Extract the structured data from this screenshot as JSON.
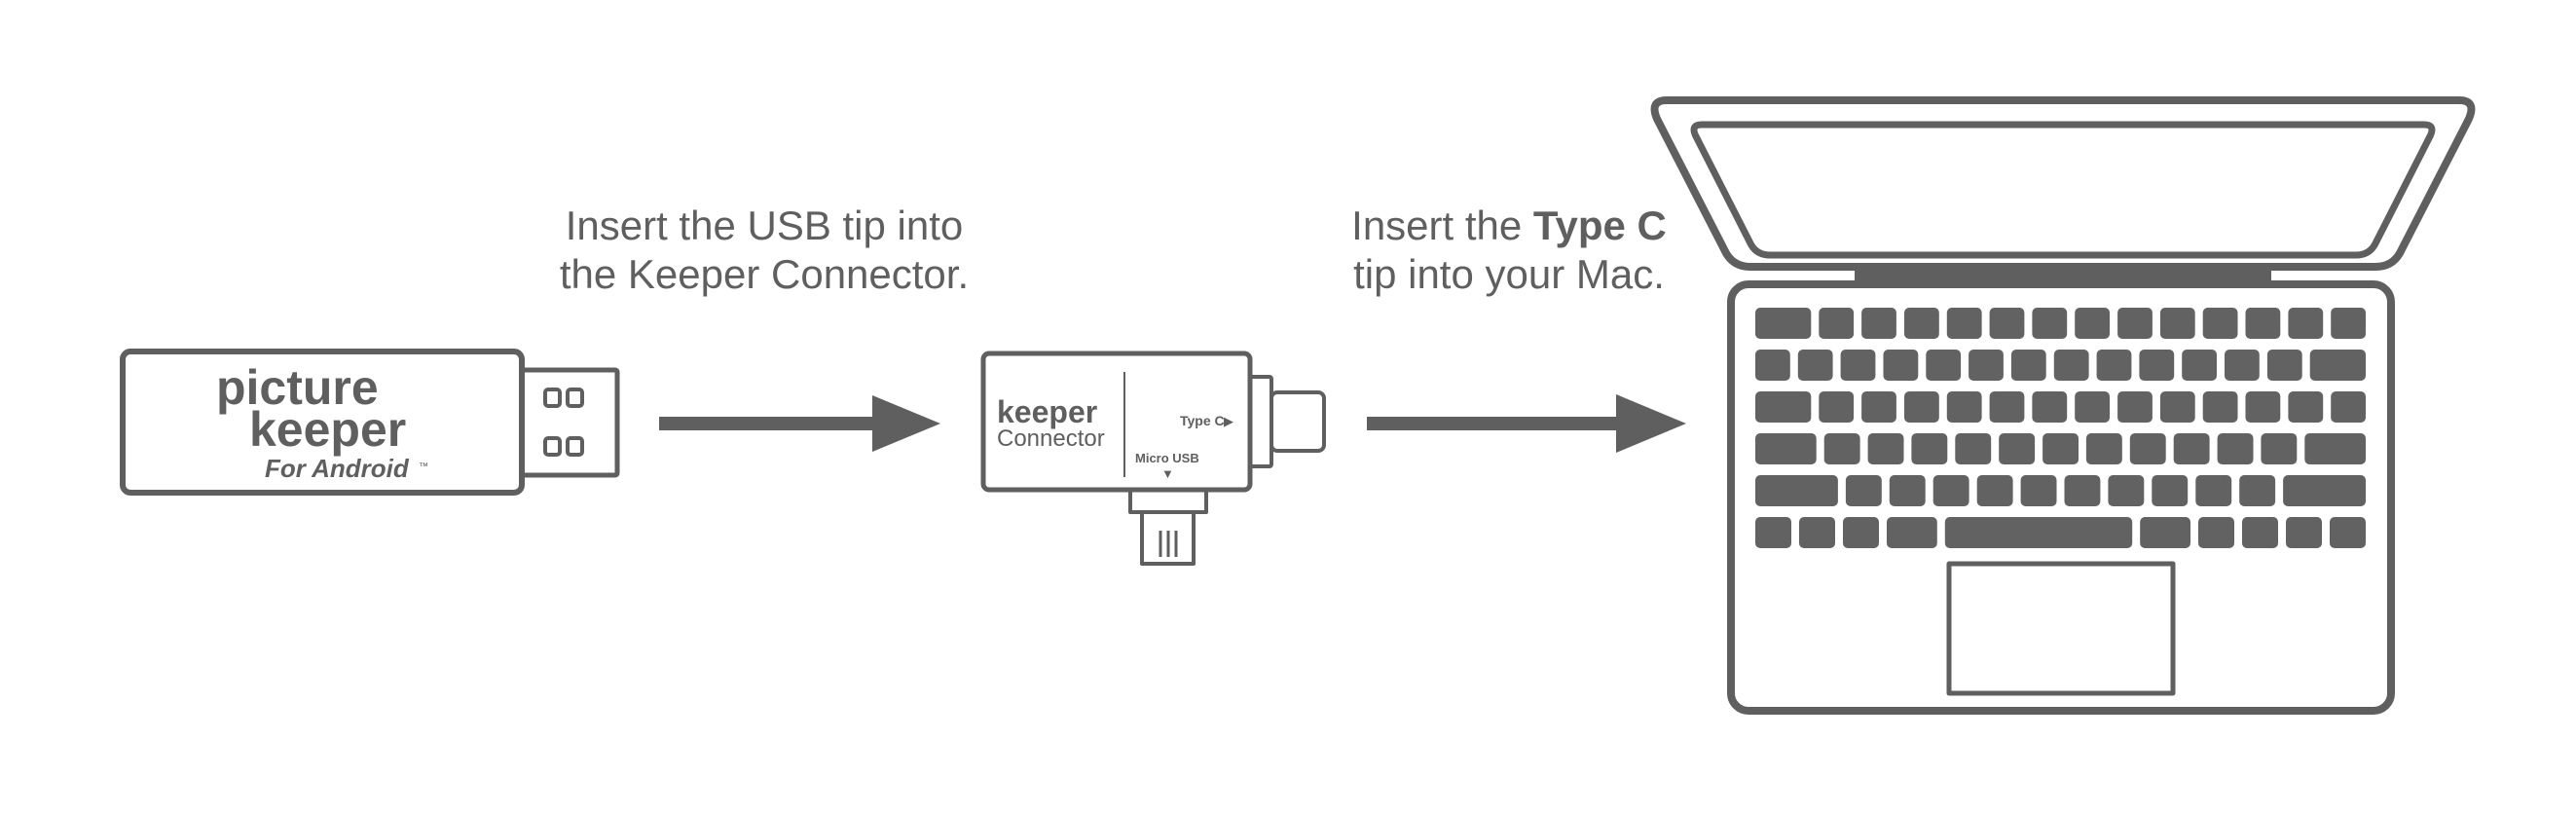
{
  "steps": [
    {
      "line1": "Insert the USB tip into",
      "line2": "the Keeper Connector."
    },
    {
      "line1_prefix": "Insert the ",
      "line1_bold": "Type C",
      "line2": "tip into your Mac."
    }
  ],
  "flash_drive": {
    "brand_line1": "picture",
    "brand_line2": "keeper",
    "sub_label": "For Android",
    "tm": "™"
  },
  "connector": {
    "brand_line1": "keeper",
    "brand_line2": "Connector",
    "type_c_label": "Type C",
    "micro_usb_label": "Micro USB",
    "right_arrow_glyph": "▶",
    "down_arrow_glyph": "▼"
  },
  "icons": [
    "usb-flash-drive-icon",
    "arrow-right-icon",
    "keeper-connector-icon",
    "laptop-icon"
  ],
  "colors": {
    "line": "#5f5f5f",
    "keys": "#626262",
    "background": "#ffffff"
  }
}
